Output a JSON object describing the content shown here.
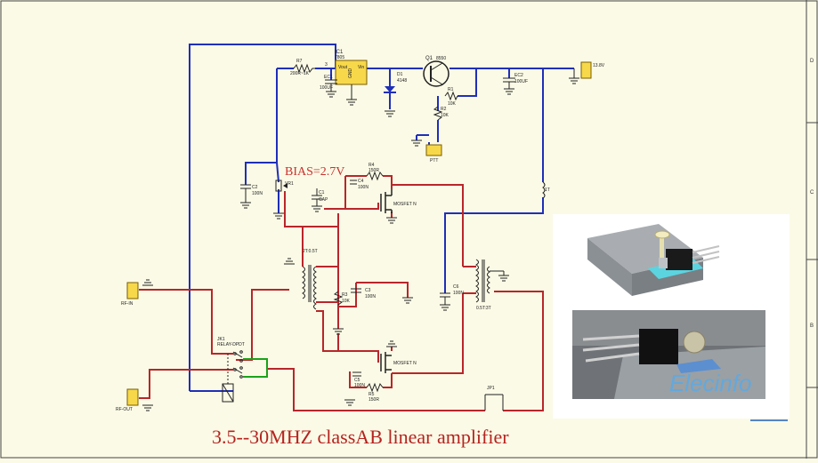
{
  "title": "3.5--30MHZ classAB  linear amplifier",
  "bias_label": "BIAS=2.7V",
  "zones": [
    "D",
    "C",
    "B"
  ],
  "colors": {
    "blue_wire": "#1f2fb8",
    "red_wire": "#b8262a",
    "green_wire": "#1aa31a",
    "paper": "#fbfae6"
  },
  "components": {
    "ic1_ref": "IC1",
    "ic1_part": "7805",
    "ic1_vout": "Vout",
    "ic1_vin": "Vin",
    "ic1_gnd": "GND",
    "ic1_pin3": "3",
    "r7_ref": "R7",
    "r7_val": "200R~1K",
    "c1_ref": "EC1",
    "c1_val": "100UF",
    "d1_ref": "D1",
    "d1_val": "4148",
    "q1_ref": "Q1",
    "q1_part": "8550",
    "c2_ref": "EC2",
    "c2_val": "100UF",
    "r1_ref": "R1",
    "r1_val": "10K",
    "r2_ref": "R2",
    "r2_val": "10K",
    "ptt": "PTT",
    "vin_label": "13.8V",
    "vr1": "VR1",
    "c2b_ref": "C2",
    "c2b_val": "100N",
    "c1b_ref": "C1",
    "c1b_val": "CAP",
    "r4_ref": "R4",
    "r4_val": "150R",
    "c4_ref": "C4",
    "c4_val": "100N",
    "mosfet1": "MOSFET N",
    "mosfet2": "MOSFET N",
    "t1": "2T:0.5T",
    "r3_ref": "R3",
    "r3_val": "10K",
    "c3_ref": "C3",
    "c3_val": "100N",
    "c5_ref": "C5",
    "c5_val": "100N",
    "r5_ref": "R5",
    "r5_val": "150R",
    "t2": "0.5T:3T",
    "c6_ref": "C6",
    "c6_val": "100N",
    "inductor": "1T",
    "jk1_ref": "JK1",
    "jk1_part": "RELAY-DPDT",
    "rf_in": "RF-IN",
    "rf_out": "RF-OUT",
    "jp1": "JP1"
  },
  "photo": {
    "watermark": "Elecinfo"
  }
}
